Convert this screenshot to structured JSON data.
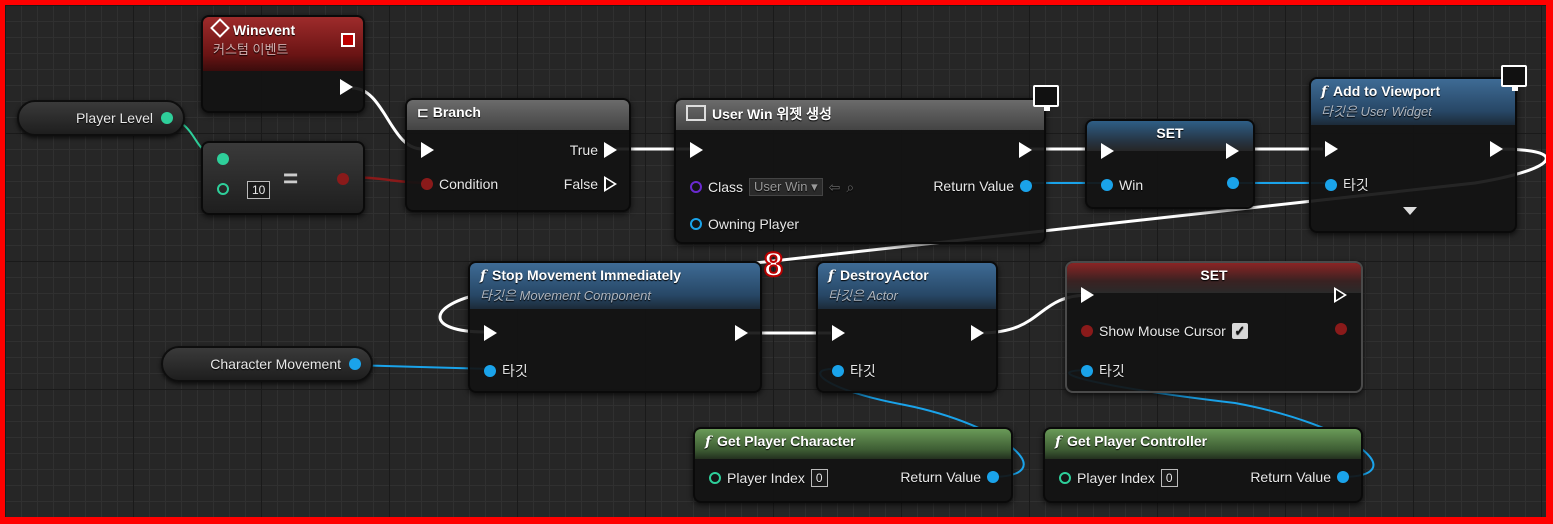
{
  "nodes": {
    "winevent": {
      "title": "Winevent",
      "subtitle": "커스텀 이벤트"
    },
    "player_level": {
      "label": "Player Level"
    },
    "compare": {
      "value": "10",
      "operator": "="
    },
    "branch": {
      "title": "Branch",
      "true_label": "True",
      "condition_label": "Condition",
      "false_label": "False"
    },
    "create_widget": {
      "title": "User Win 위젯 생성",
      "class_label": "Class",
      "class_value": "User Win",
      "owning_player_label": "Owning Player",
      "return_label": "Return Value"
    },
    "set_win": {
      "title": "SET",
      "var_label": "Win"
    },
    "add_viewport": {
      "title": "Add to Viewport",
      "subtitle": "타깃은 User Widget",
      "target_label": "타깃"
    },
    "stop_movement": {
      "title": "Stop Movement Immediately",
      "subtitle": "타깃은 Movement Component",
      "target_label": "타깃"
    },
    "destroy_actor": {
      "title": "DestroyActor",
      "subtitle": "타깃은 Actor",
      "target_label": "타깃"
    },
    "set_cursor": {
      "title": "SET",
      "var_label": "Show Mouse Cursor",
      "target_label": "타깃"
    },
    "character_movement": {
      "label": "Character Movement"
    },
    "get_player_character": {
      "title": "Get Player Character",
      "index_label": "Player Index",
      "index_value": "0",
      "return_label": "Return Value"
    },
    "get_player_controller": {
      "title": "Get Player Controller",
      "index_label": "Player Index",
      "index_value": "0",
      "return_label": "Return Value"
    }
  },
  "annotation": {
    "marker": "8"
  },
  "colors": {
    "exec": "#ffffff",
    "bool": "#8a1a1a",
    "int": "#2ecf9a",
    "object": "#1aa3ea",
    "class": "#6a2ad0",
    "frame": "#ff0000"
  }
}
